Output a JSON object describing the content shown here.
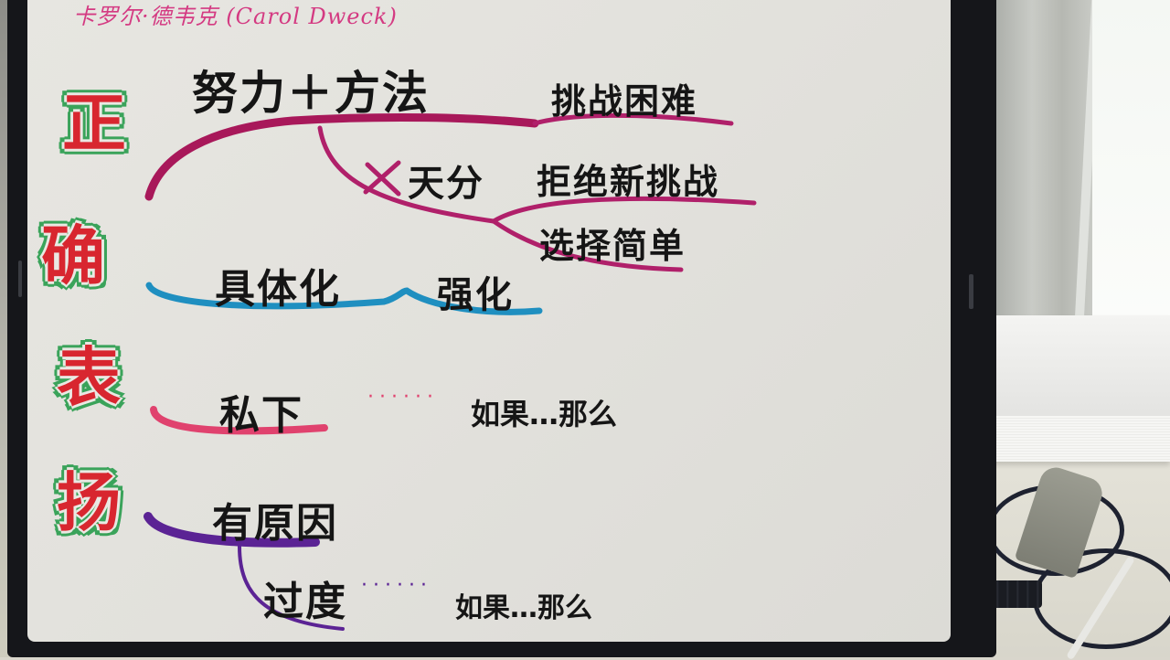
{
  "author": "卡罗尔·德韦克 (Carol Dweck)",
  "colors": {
    "author_ink": "#d43a82",
    "key_char_fill": "#d8262f",
    "key_char_outline": "#3aa35a",
    "branch_zheng": "#a8185a",
    "branch_que": "#1f8fc0",
    "branch_biao": "#e0426e",
    "branch_yang": "#5b2394",
    "text_ink": "#151515",
    "paper": "#e4e3de",
    "frame": "#15161a"
  },
  "mind_map": {
    "central_title_chars": [
      "正",
      "确",
      "表",
      "扬"
    ],
    "branches": [
      {
        "key": "正",
        "nodes": [
          {
            "label": "努力＋方法",
            "sub": [
              {
                "label": "挑战困难"
              }
            ]
          },
          {
            "label": "× 天分",
            "sub": [
              {
                "label": "拒绝新挑战"
              },
              {
                "label": "选择简单"
              }
            ]
          }
        ]
      },
      {
        "key": "确",
        "nodes": [
          {
            "label": "具体化"
          },
          {
            "label": "强化"
          }
        ]
      },
      {
        "key": "表",
        "nodes": [
          {
            "label": "私下",
            "dots": "······",
            "follow": "如果…那么"
          }
        ]
      },
      {
        "key": "扬",
        "nodes": [
          {
            "label": "有原因"
          },
          {
            "label": "过度",
            "dots": "······",
            "follow": "如果…那么"
          }
        ]
      }
    ]
  },
  "labels": {
    "effort_method": "努力＋方法",
    "challenge_difficulty": "挑战困难",
    "cross_mark": "×",
    "talent": "天分",
    "reject_new_challenge": "拒绝新挑战",
    "choose_simple": "选择简单",
    "concretize": "具体化",
    "reinforce": "强化",
    "private": "私下",
    "dots_pink": "······",
    "if_then_1": "如果…那么",
    "with_reason": "有原因",
    "excessive": "过度",
    "dots_purple": "······",
    "if_then_2": "如果…那么"
  }
}
